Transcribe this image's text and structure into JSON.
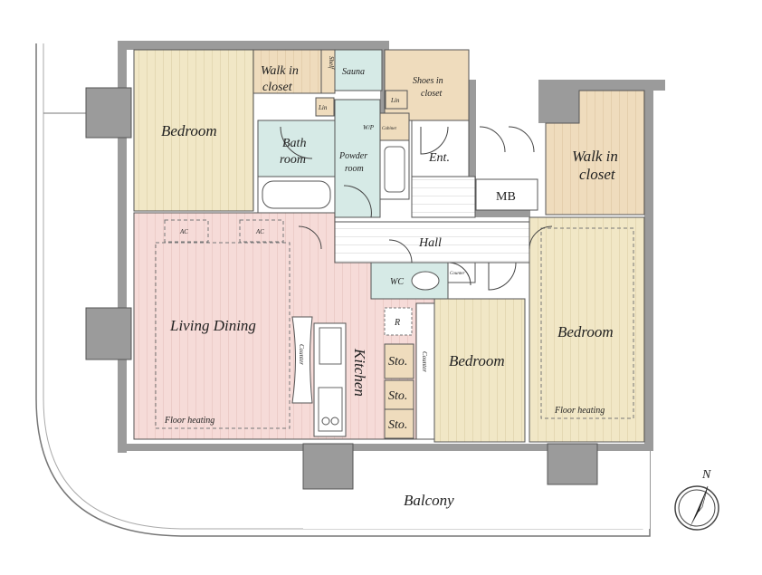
{
  "rooms": {
    "bedroom_nw": "Bedroom",
    "walk_in_closet_1": "Walk in",
    "walk_in_closet_2": "closet",
    "shelf": "Shelf",
    "sauna": "Sauna",
    "shoes_1": "Shoes in",
    "shoes_2": "closet",
    "lin": "Lin",
    "wp": "W/P",
    "cabinet": "Cabinet",
    "bath_1": "Bath",
    "bath_2": "room",
    "powder_1": "Powder",
    "powder_2": "room",
    "ent": "Ent.",
    "mb": "MB",
    "wic_right_1": "Walk in",
    "wic_right_2": "closet",
    "hall": "Hall",
    "ac": "AC",
    "wc": "WC",
    "counter": "Counter",
    "living": "Living Dining",
    "floor_heating": "Floor heating",
    "kitchen": "Kitchen",
    "r": "R",
    "sto": "Sto.",
    "bedroom_mid": "Bedroom",
    "bedroom_e": "Bedroom",
    "balcony": "Balcony",
    "north": "N"
  },
  "colors": {
    "wall": "#9b9b9b",
    "living": "#f6dbd8",
    "bedroom": "#f1e7c6",
    "closet": "#efdcbd",
    "wet": "#d6eae6"
  }
}
